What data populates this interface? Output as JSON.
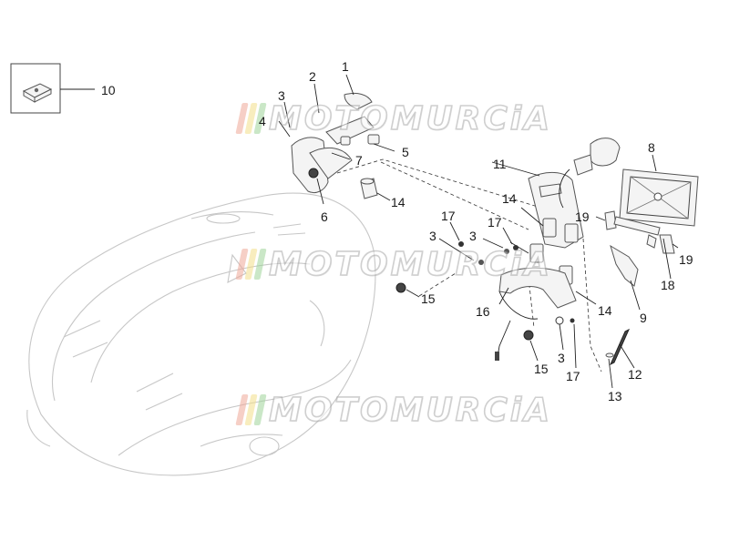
{
  "watermark": {
    "text": "MOTOMURCiA",
    "stripe_colors": [
      "#f0a898",
      "#f4e08a",
      "#9fd59a"
    ]
  },
  "callouts": {
    "c1": "1",
    "c2": "2",
    "c3a": "3",
    "c4": "4",
    "c5": "5",
    "c6": "6",
    "c7": "7",
    "c8": "8",
    "c9": "9",
    "c10": "10",
    "c11": "11",
    "c12": "12",
    "c13": "13",
    "c14a": "14",
    "c14b": "14",
    "c14c": "14",
    "c15a": "15",
    "c15b": "15",
    "c16": "16",
    "c17a": "17",
    "c17b": "17",
    "c17c": "17",
    "c18": "18",
    "c19a": "19",
    "c19b": "19",
    "c3b": "3",
    "c3c": "3",
    "c3d": "3"
  }
}
